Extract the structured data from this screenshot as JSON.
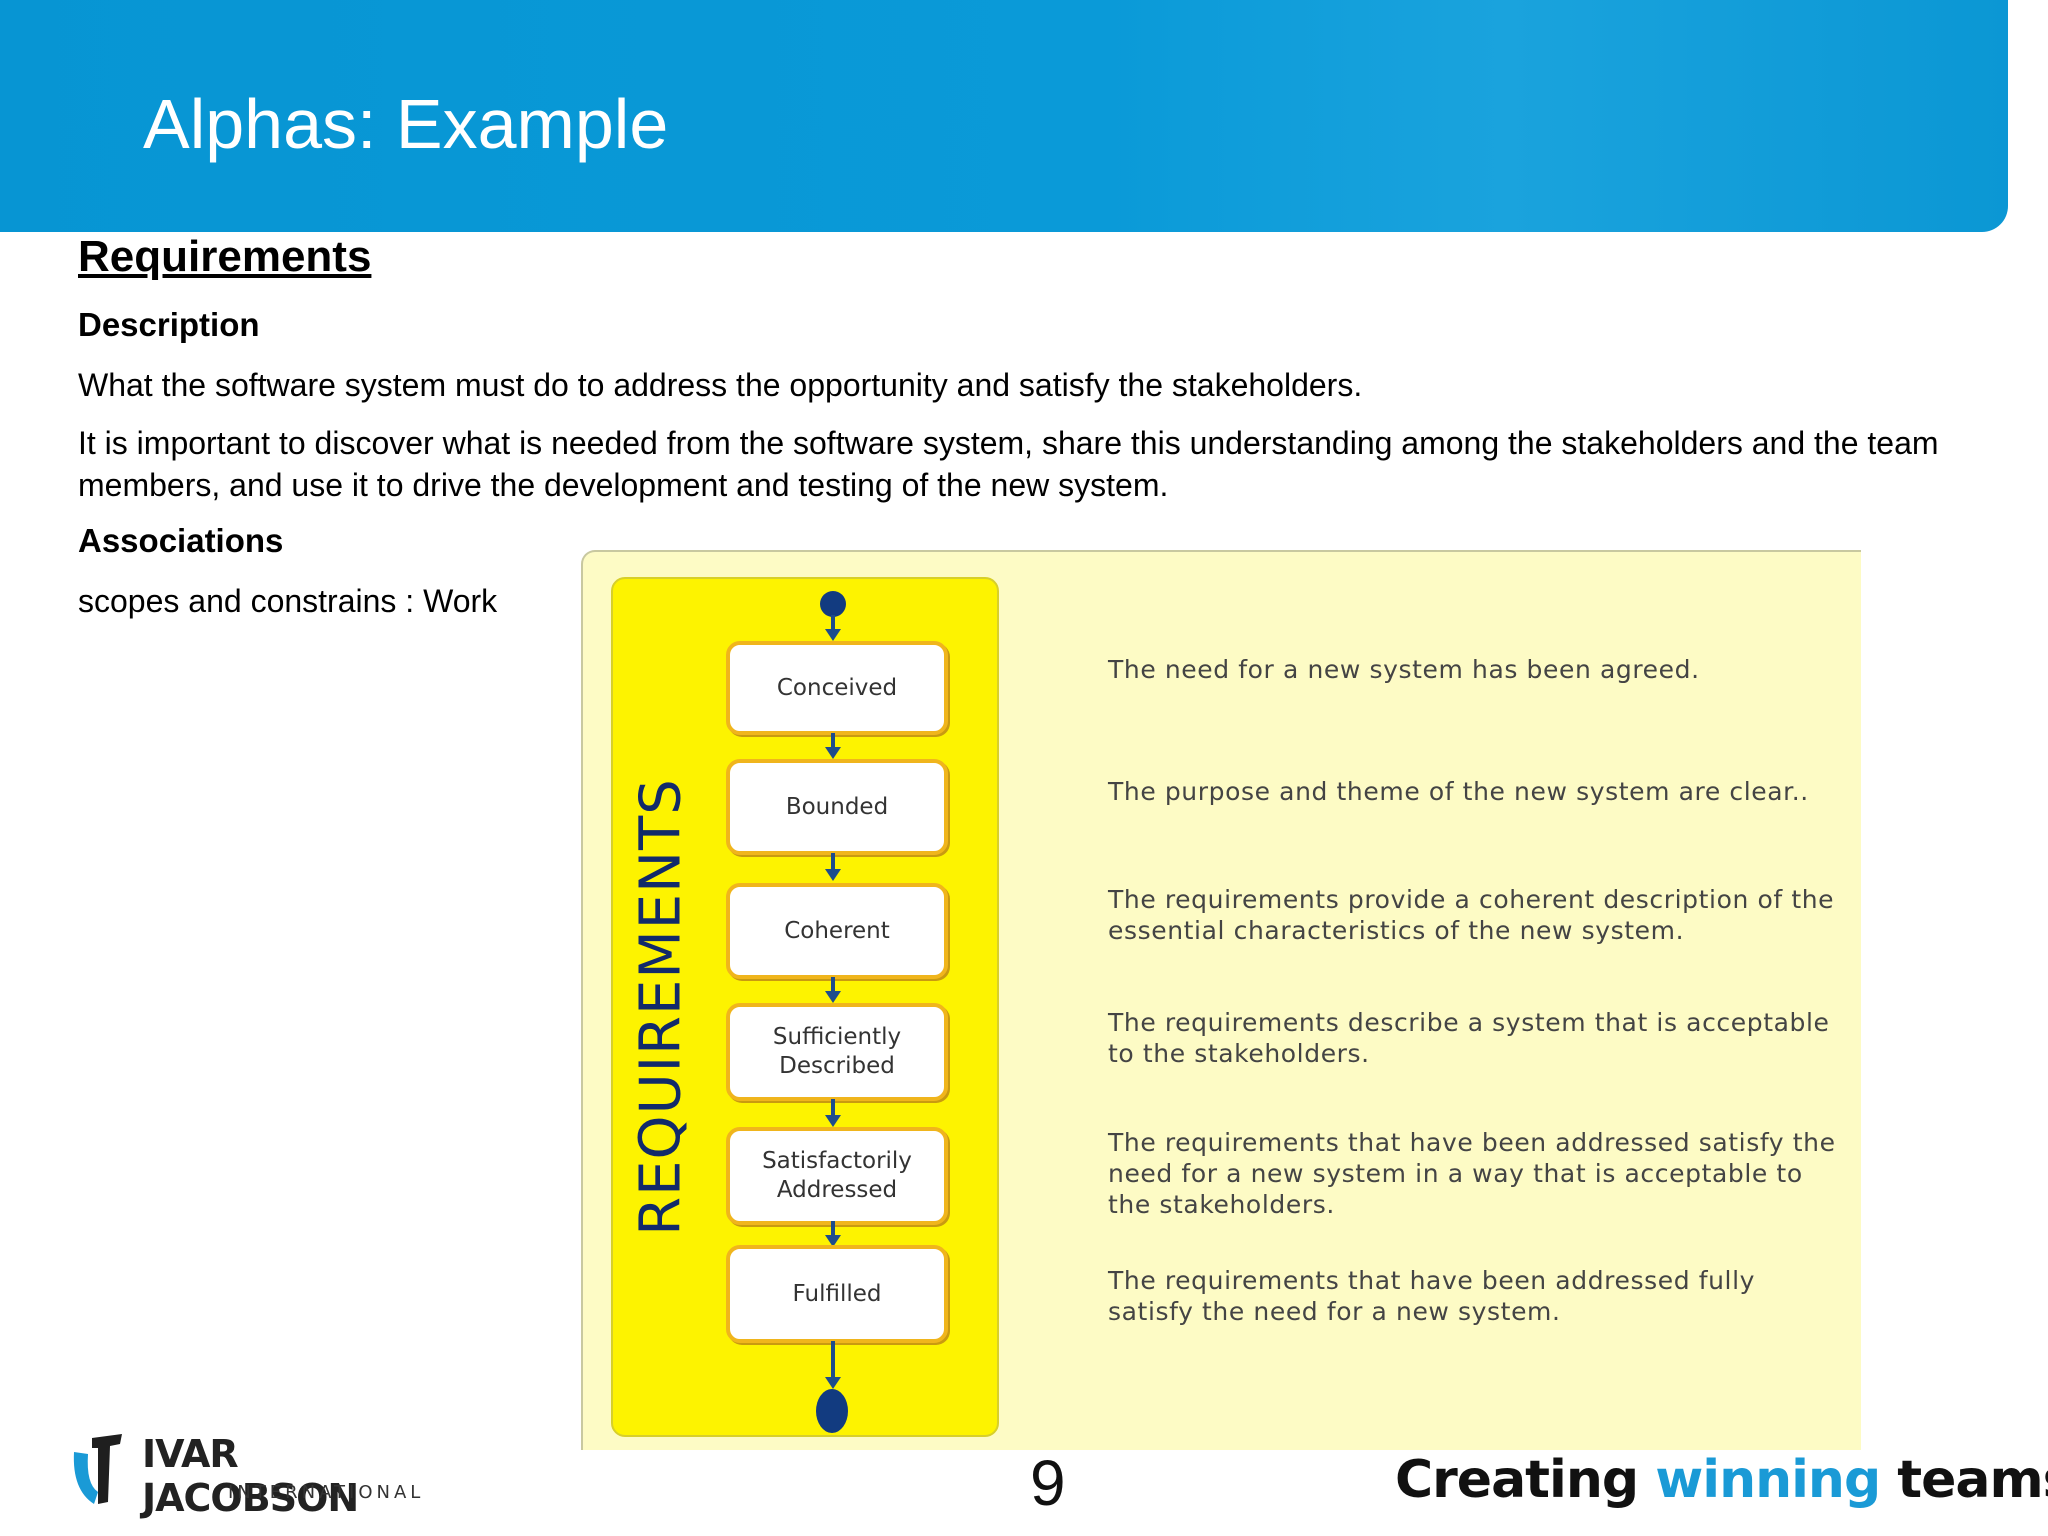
{
  "header": {
    "title": "Alphas: Example"
  },
  "section": {
    "title": "Requirements",
    "description_label": "Description",
    "description_p1": "What the software system must do to address the opportunity and satisfy the stakeholders.",
    "description_p2": "It is important to discover what is needed from the software system, share this understanding among the stakeholders and the team members, and use it to drive the development and testing of the new system.",
    "associations_label": "Associations",
    "associations_text": "scopes and constrains : Work"
  },
  "diagram": {
    "lane_label": "REQUIREMENTS",
    "states": [
      {
        "name": "Conceived",
        "description": "The need for a new system has been agreed."
      },
      {
        "name": "Bounded",
        "description": "The purpose and theme  of the new system are clear.."
      },
      {
        "name": "Coherent",
        "description": "The requirements provide a coherent description of the essential characteristics of the new system."
      },
      {
        "name": "Sufficiently Described",
        "description": "The requirements describe a system that is acceptable to the stakeholders."
      },
      {
        "name": "Satisfactorily Addressed",
        "description": "The requirements that have been addressed satisfy the need for a new system  in a way that is acceptable to the stakeholders."
      },
      {
        "name": "Fulfilled",
        "description": "The requirements that have been addressed fully satisfy the need for a new system."
      }
    ]
  },
  "footer": {
    "logo_name": "IVAR JACOBSON",
    "logo_sub": "INTERNATIONAL",
    "page_number": "9",
    "tagline_part1": "Creating ",
    "tagline_accent": "winning",
    "tagline_part2": " teams."
  },
  "colors": {
    "header_blue": "#0795d3",
    "lane_yellow": "#fdf300",
    "state_border": "#f0b51c",
    "node_blue": "#123b80",
    "accent_blue": "#1a9ad6"
  }
}
